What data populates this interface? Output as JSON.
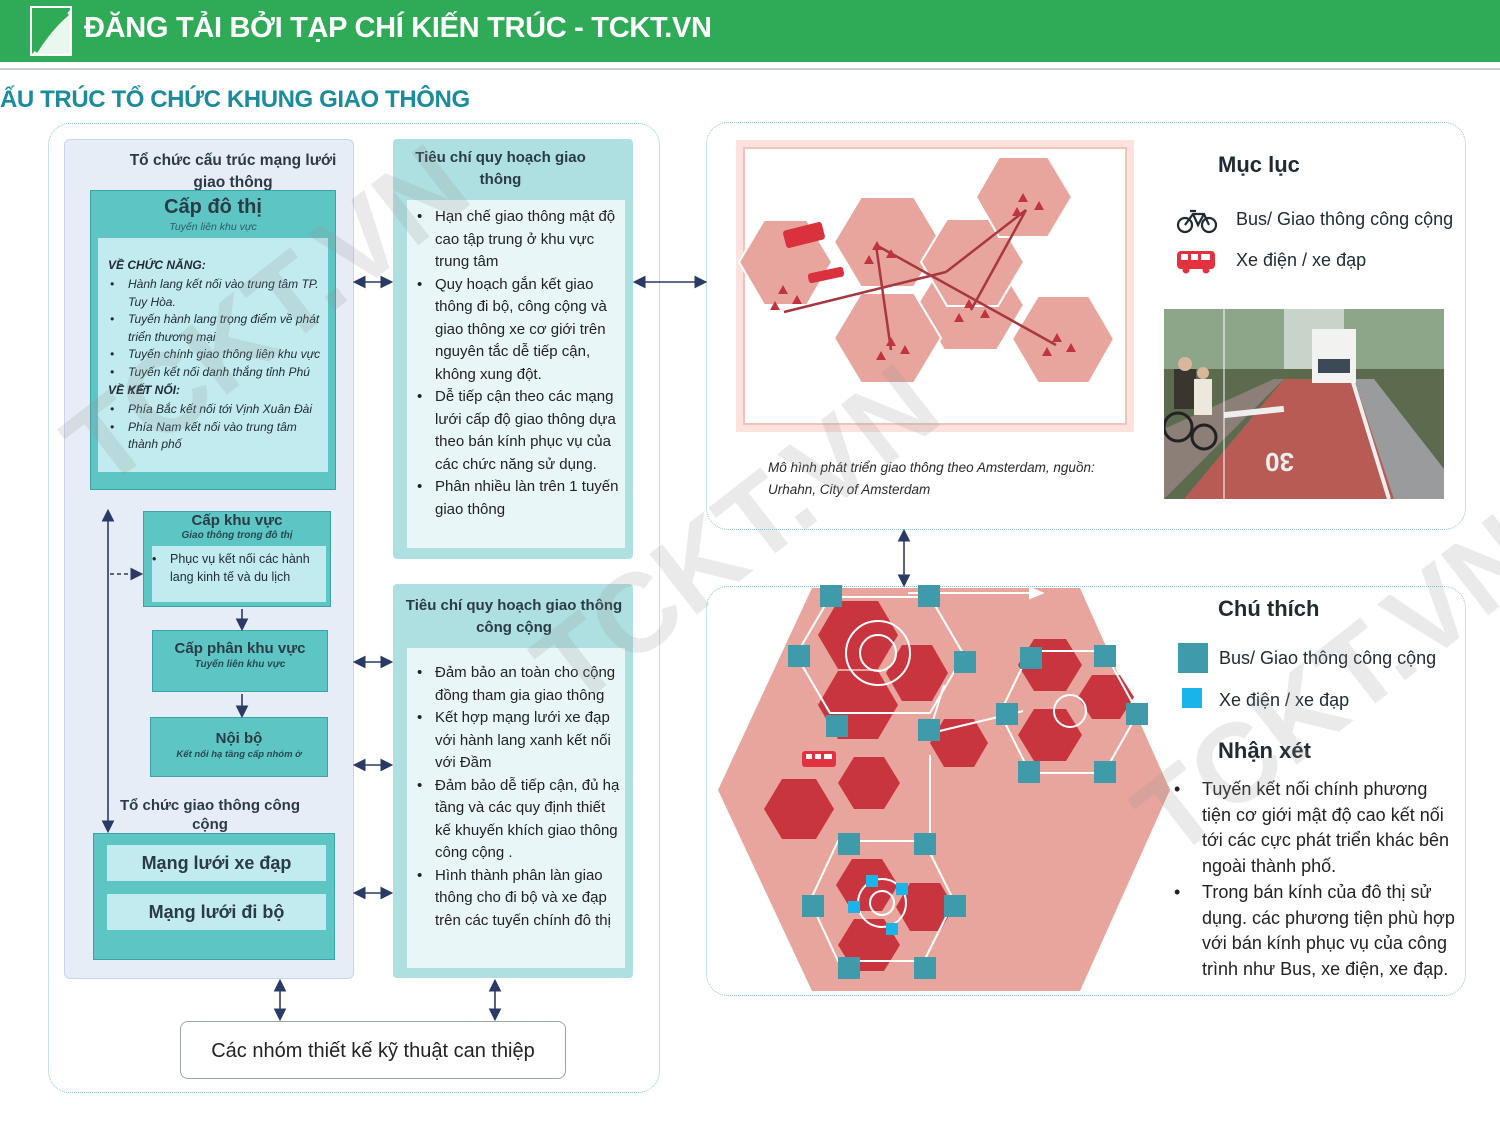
{
  "header": {
    "site_title": "ĐĂNG TẢI BỞI TẠP CHÍ KIẾN TRÚC - TCKT.VN",
    "page_title": "ẤU TRÚC TỔ CHỨC KHUNG GIAO THÔNG"
  },
  "structure": {
    "title": "Tổ chức cấu trúc mạng lưới giao thông",
    "city": {
      "title": "Cấp đô thị",
      "subtitle": "Tuyến liên khu vực",
      "function_heading": "VỀ CHỨC NĂNG:",
      "functions": [
        "Hành lang kết nối vào trung tâm TP. Tuy Hòa.",
        "Tuyến hành lang trọng điểm về phát triển thương mại",
        "Tuyến chính giao thông liên khu vực",
        "Tuyến kết nối danh thắng tỉnh Phú Yên"
      ],
      "connection_heading": "VỀ KẾT NỐI:",
      "connections": [
        "Phía Bắc kết nối tới Vịnh Xuân Đài",
        "Phía Nam kết nối vào trung tâm thành phố"
      ]
    },
    "region": {
      "title": "Cấp khu vực",
      "subtitle": "Giao thông trong đô thị",
      "items": [
        "Phục vụ kết nối các hành lang kinh tế và du lịch"
      ]
    },
    "subregion": {
      "title": "Cấp phân khu vực",
      "subtitle": "Tuyến liên khu vực"
    },
    "local": {
      "title": "Nội bộ",
      "subtitle": "Kết nối hạ tầng cấp nhóm ở"
    },
    "public_title": "Tổ chức giao thông công cộng",
    "bike_network": "Mạng lưới xe đạp",
    "walk_network": "Mạng lưới đi bộ"
  },
  "criteria1": {
    "title": "Tiêu chí quy hoạch giao thông",
    "items": [
      "Hạn chế giao thông mật độ cao tập trung ở khu vực trung tâm",
      "Quy hoạch gắn kết giao thông đi bộ, công cộng và giao thông xe cơ giới trên nguyên tắc dễ tiếp cận, không xung đột.",
      "Dễ tiếp cận theo các mạng lưới cấp độ giao thông dựa theo bán kính phục vụ của các chức năng sử dụng.",
      "Phân nhiều làn trên 1 tuyến giao thông"
    ]
  },
  "criteria2": {
    "title": "Tiêu chí quy hoạch giao thông công cộng",
    "items": [
      "Đảm bảo an toàn cho cộng đồng tham gia giao thông",
      "Kết hợp mạng lưới xe đạp với hành lang xanh kết nối với Đầm",
      "Đảm bảo dễ tiếp cận, đủ hạ tầng và các quy định thiết kế khuyến khích giao thông công cộng .",
      "Hình thành phân làn giao thông cho đi bộ và xe đạp trên các tuyến chính đô thị"
    ]
  },
  "tech_groups": "Các nhóm thiết kế kỹ thuật can thiệp",
  "top_right": {
    "caption": "Mô hình phát triển giao thông theo Amsterdam, nguồn: Urhahn, City of Amsterdam",
    "toc_title": "Mục lục",
    "toc_items": [
      {
        "icon": "bicycle-icon",
        "label": "Bus/ Giao thông công cộng"
      },
      {
        "icon": "bus-icon",
        "label": "Xe điện / xe đạp"
      }
    ]
  },
  "bottom_right": {
    "legend_title": "Chú thích",
    "legend_items": [
      {
        "label": "Bus/ Giao thông công cộng",
        "color": "#3f9aa9"
      },
      {
        "label": "Xe điện / xe đạp",
        "color": "#19b4e8"
      }
    ],
    "remark_title": "Nhận xét",
    "remarks": [
      "Tuyến kết nối chính phương tiện cơ giới mật độ cao kết nối tới các cực phát triển khác bên ngoài thành phố.",
      "Trong bán kính của đô thị sử dụng. các phương tiện phù hợp với bán kính phục vụ của công trình như Bus, xe điện, xe đạp."
    ]
  },
  "watermark": "TCKT.VN",
  "colors": {
    "header_green": "#2faa57",
    "teal": "#5ec5c5",
    "light_teal": "#c2ebef",
    "hex_fill": "#e8a59d",
    "hex_dark": "#c9353f",
    "pink_bg": "#fce1dd"
  }
}
